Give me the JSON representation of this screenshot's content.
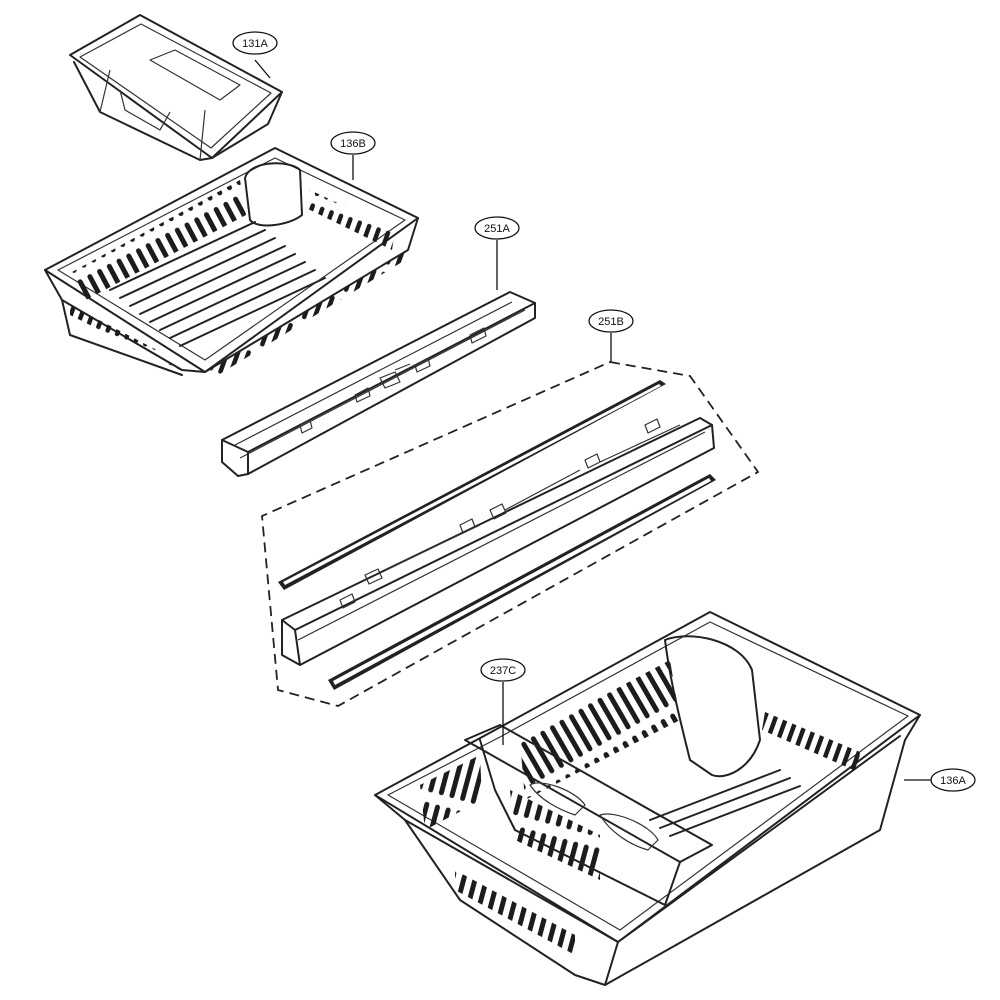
{
  "callouts": {
    "bin_small": "131A",
    "basket_upper": "136B",
    "rail_upper": "251A",
    "rail_assembly": "251B",
    "divider": "237C",
    "basket_lower": "136A"
  }
}
